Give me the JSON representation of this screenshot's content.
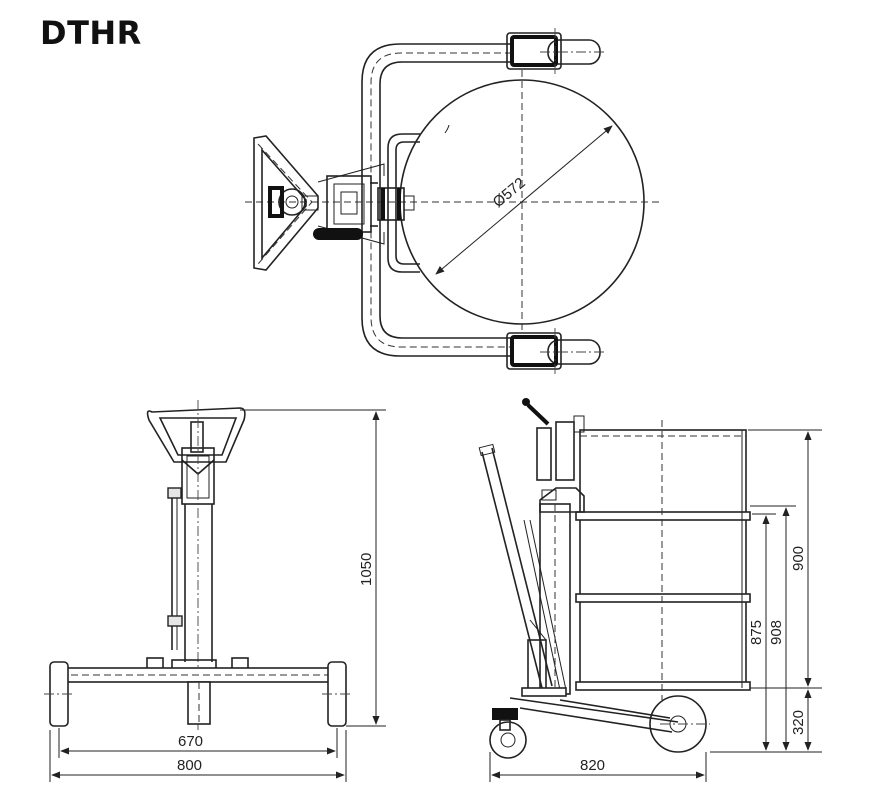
{
  "title": "DTHR",
  "dimensions": {
    "diameter": "Ø572",
    "height_total": "1050",
    "wheel_inner": "670",
    "width_total": "800",
    "drum_height": "900",
    "upper_875": "875",
    "upper_908": "908",
    "ground_320": "320",
    "length_820": "820"
  }
}
